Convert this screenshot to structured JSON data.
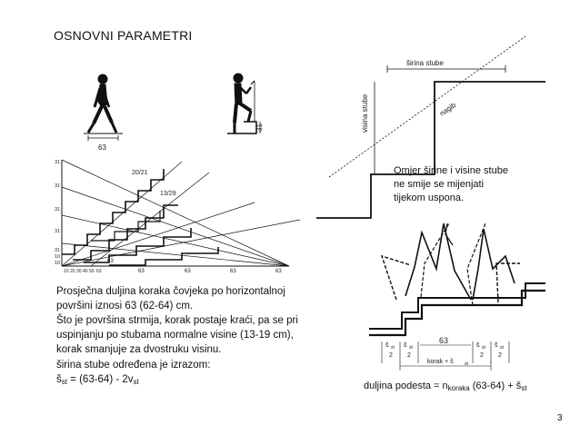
{
  "slide": {
    "title": "OSNOVNI PARAMETRI",
    "page_number": "3"
  },
  "text_left": {
    "line1": "Prosječna duljina koraka čovjeka po horizontalnoj",
    "line2": "površini iznosi 63 (62-64) cm.",
    "line3": "Što je površina strmija, korak postaje kraći, pa se pri",
    "line4": "uspinjanju po stubama normalne visine (13-19 cm),",
    "line5": "korak smanjuje za dvostruku visinu."
  },
  "formula_width": {
    "intro": "širina stube određena je izrazom:",
    "lhs": "š",
    "lhs_sub": "st",
    "mid": " = (63-64) - 2v",
    "rhs_sub": "st"
  },
  "note_ratio": {
    "line1": "Omjer širine i visine stube",
    "line2": "ne smije se mijenjati",
    "line3": "tijekom uspona."
  },
  "formula_landing": {
    "prefix": "duljina podesta = n",
    "sub1": "koraka",
    "middle": " (63-64) + š",
    "sub2": "st"
  },
  "fig_walk": {
    "dim_step": "63",
    "dim_rise": "31"
  },
  "fig_stair_profile": {
    "label_width": "širina stube",
    "label_height": "visina stube",
    "label_slope": "nagib"
  },
  "fig_step_chart": {
    "ratio_a": "20/21",
    "ratio_b": "13/29",
    "y_labels": [
      "31",
      "31",
      "31",
      "31",
      "31",
      "10",
      "10"
    ],
    "x_labels": [
      "10",
      "20",
      "30",
      "40",
      "50",
      "63"
    ],
    "bottom_labels": [
      "63",
      "63",
      "63",
      "63",
      "63"
    ]
  },
  "fig_landing": {
    "half_label": "š",
    "half_sub": "st",
    "half_denom": "2",
    "stride": "63",
    "sum_label": "korak + š",
    "sum_sub": "st"
  }
}
